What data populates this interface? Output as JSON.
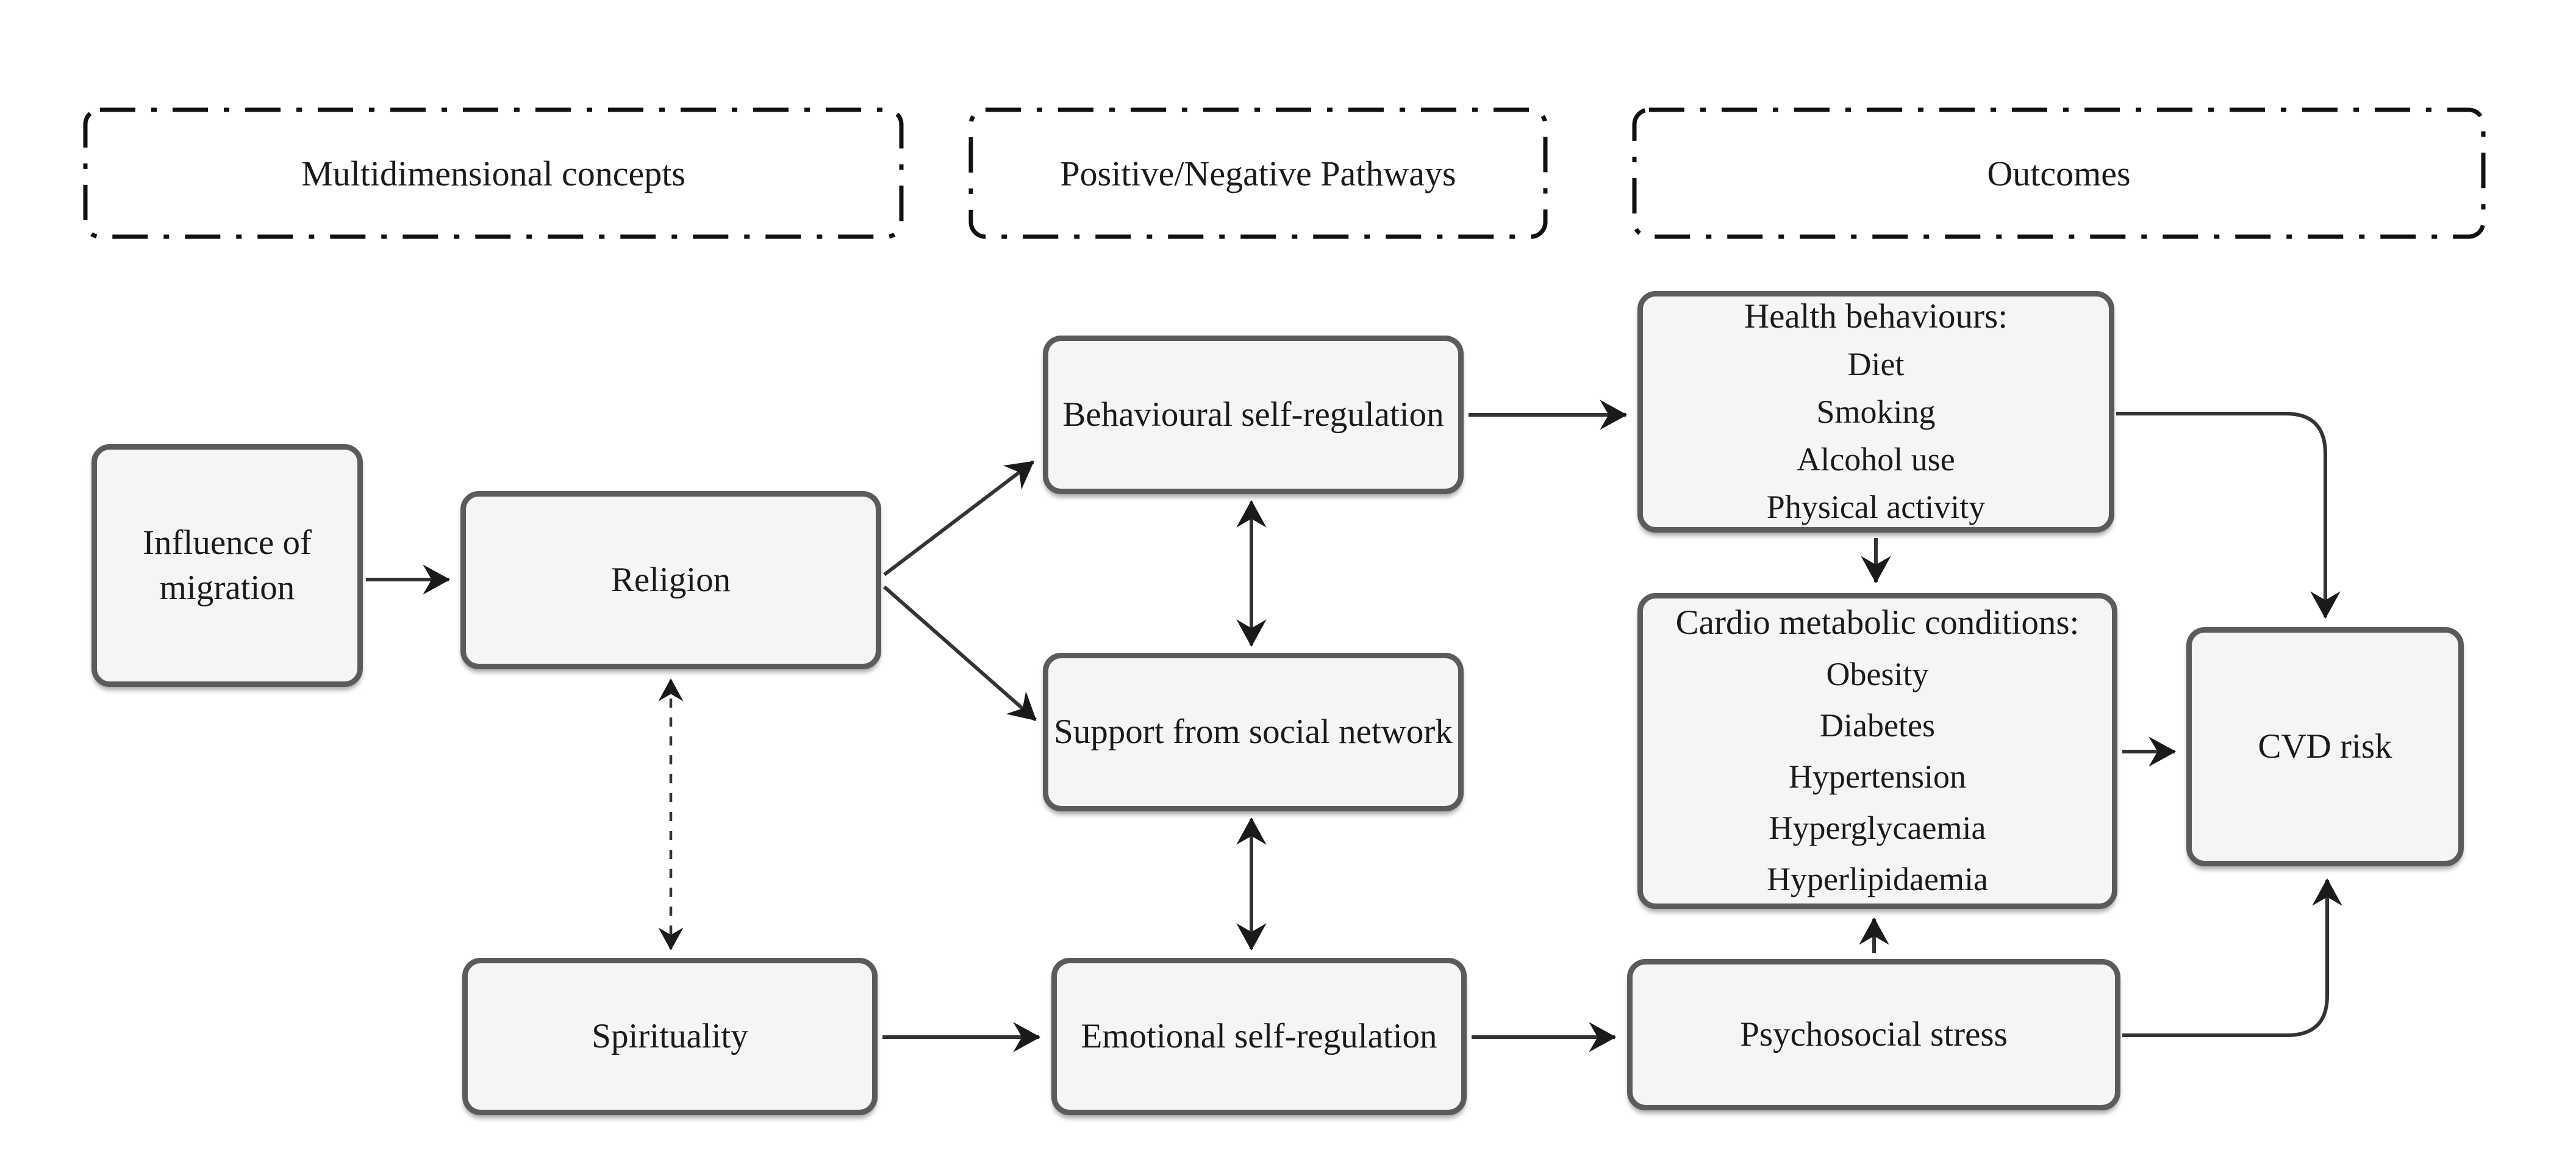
{
  "figure": {
    "colors": {
      "background": "#ffffff",
      "box-fill": "#f5f5f5",
      "box-border": "#5b5b5b",
      "header-border": "#111111",
      "line": "#333333",
      "arrowhead": "#1a1a1a",
      "text": "#1a1a1a"
    }
  },
  "headers": {
    "multidimensional": "Multidimensional concepts",
    "pathways": "Positive/Negative Pathways",
    "outcomes": "Outcomes"
  },
  "boxes": {
    "migration": {
      "label": "Influence of migration"
    },
    "religion": {
      "label": "Religion"
    },
    "spirituality": {
      "label": "Spirituality"
    },
    "behavioural": {
      "label": "Behavioural self-regulation"
    },
    "support": {
      "label": "Support from social network"
    },
    "emotional": {
      "label": "Emotional self-regulation"
    },
    "health": {
      "title": "Health behaviours:",
      "items": [
        "Diet",
        "Smoking",
        "Alcohol use",
        "Physical activity"
      ]
    },
    "cardio": {
      "title": "Cardio metabolic conditions:",
      "items": [
        "Obesity",
        "Diabetes",
        "Hypertension",
        "Hyperglycaemia",
        "Hyperlipidaemia"
      ]
    },
    "psychosocial": {
      "label": "Psychosocial stress"
    },
    "cvd": {
      "label": "CVD risk"
    }
  }
}
